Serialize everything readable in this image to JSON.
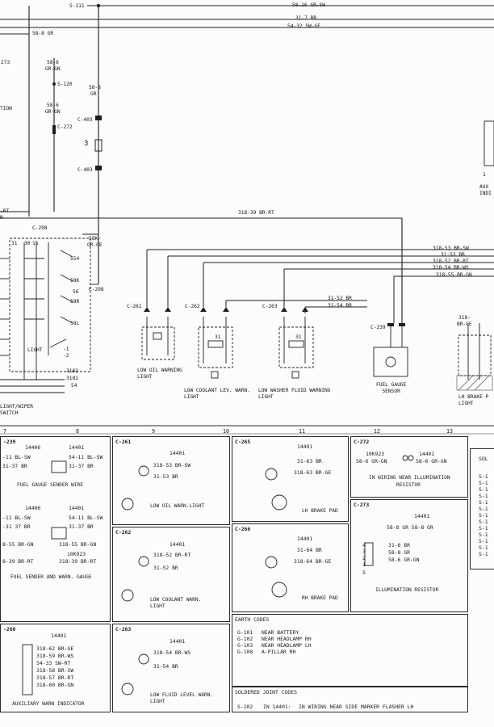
{
  "top_wires": {
    "s111": "S-111",
    "w1": "58-16 GR-SW",
    "w2": "31-7 BR",
    "w3": "54-32 SW-GE",
    "w4": "58-8 GR",
    "w5": "273",
    "w6a": "58-6",
    "w6b": "GR-GN",
    "s120": "S-120",
    "w7a": "58-8",
    "w7b": "GR",
    "w8a": "58-6",
    "w8b": "GR-GN",
    "c272": "C-272",
    "c403a": "C-403",
    "fuse": "3",
    "c403b": "C-403",
    "w9": "318-39 BR-RT",
    "edge1": "-RT",
    "edge2": "N",
    "c298a": "C-298",
    "w10a": "58K-",
    "w10b": "GR-GE",
    "c298b": "C-298",
    "edge3": "TION"
  },
  "switch_labels": {
    "p31": "31",
    "p30": "30",
    "p15": "15",
    "s54": "S54",
    "p58k": "58K",
    "p56": "56",
    "p58r": "58R",
    "p58l": "58L",
    "light": "LIGHT",
    "t1": "-1",
    "t2": "-2",
    "c3182": "3182",
    "c3181": "3181",
    "c54": "54",
    "caption1": "LIGHT/WIPER",
    "caption2": "SWITCH"
  },
  "sensor_bus": [
    "318-53 BR-SW",
    "31-53 BR",
    "318-52 BR-RT",
    "318-54 BR-WS",
    "318-55 BR-GN"
  ],
  "warn_wires": {
    "w1": "31-52 BR",
    "w2": "31-54 BR"
  },
  "sensors": {
    "c261": "C-261",
    "c262": "C-262",
    "c263": "C-263",
    "c239": "C-239",
    "p31a": "31",
    "p31b": "31",
    "low_oil1": "LOW OIL WARNING",
    "low_oil2": "LIGHT",
    "coolant1": "LOW COOLANT LEV. WARN.",
    "coolant2": "LIGHT",
    "washer1": "LOW WASHER FLUID WARNING",
    "washer2": "LIGHT",
    "gauge1": "FUEL GAUGE",
    "gauge2": "SENSOR",
    "brake_w1": "318-",
    "brake_w2": "BR-GE",
    "brake1": "LH BRAKE P",
    "brake2": "LIGHT",
    "aux1": "AUX",
    "aux2": "INDI",
    "aux3": "1"
  },
  "column_numbers": [
    "7",
    "8",
    "9",
    "10",
    "11",
    "12",
    "13"
  ],
  "panels": {
    "c239": {
      "title": "-239",
      "part1": "14406",
      "part2": "14401",
      "l1": "-11 BL-SW",
      "l2": "31-37 BR",
      "r1": "54-11 BL-SW",
      "r2": "31-37 BR",
      "caption": "FUEL GAUGE SENDER WIRE"
    },
    "fuel_sender": {
      "part1": "14406",
      "part2": "14401",
      "l1": "-11 BL-SW",
      "l2": "-31 37 BR",
      "l3": "8-55 BR-GN",
      "l4": "8-39 BR-RT",
      "r1": "54-11 BL-SW",
      "r2": "31-37 BR",
      "r3": "318-55 BR-GN",
      "part3": "10K923",
      "r4": "318-39 BR-RT",
      "caption": "FUEL SENDER AND WARN. GAUGE"
    },
    "c260": {
      "title": "-260",
      "part": "14401",
      "pins": [
        "318-62 BR-GE",
        "318-59 BR-WS",
        "54-33 SW-RT",
        "318-58 BR-SW",
        "318-57 BR-RT",
        "318-60 BR-GN"
      ],
      "caption": "AUXILIARY WARN INDICATOR"
    },
    "c261": {
      "title": "C-261",
      "part": "14401",
      "l1": "318-53 BR-SW",
      "l2": "31-53 BR",
      "caption": "LOW OIL WARN.LIGHT"
    },
    "c262": {
      "title": "C-262",
      "part": "14401",
      "l1": "318-52 BR-RT",
      "l2": "31-52 BR",
      "caption1": "LOW COOLANT WARN.",
      "caption2": "LIGHT"
    },
    "c263": {
      "title": "C-263",
      "part": "14401",
      "l1": "318-54 BR-WS",
      "l2": "31-54 BR",
      "caption1": "LOW FLUID LEVEL WARN.",
      "caption2": "LIGHT"
    },
    "c265": {
      "title": "C-265",
      "part": "14401",
      "l1": "31-63 BR",
      "l2": "318-63 BR-GE",
      "caption": "LH BRAKE PAD"
    },
    "c266": {
      "title": "C-266",
      "part": "14401",
      "l1": "31-64 BR",
      "l2": "318-64 BR-GE",
      "caption": "RH BRAKE PAD"
    },
    "c272": {
      "title": "C-272",
      "part1": "10K923",
      "part2": "14401",
      "l1": "58-6 GR-GN",
      "r1": "58-6 GR-GN",
      "caption1": "IN WIRING NEAR ILLUMINATION",
      "caption2": "RESISTOR"
    },
    "c273": {
      "title": "C-273",
      "part": "14401",
      "top": "58-8 GR 58-8 GR",
      "pin_nums": [
        "4",
        "3",
        "2",
        "1",
        "5"
      ],
      "pins": [
        "31-6 BR",
        "58-8 GR",
        "58-6 GR-GN"
      ],
      "caption": "ILLUMINATION RESISTOR"
    },
    "earth": {
      "title": "EARTH CODES",
      "rows": [
        {
          "code": "G-101",
          "desc": "NEAR BATTERY"
        },
        {
          "code": "G-102",
          "desc": "NEAR HEADLAMP RH"
        },
        {
          "code": "G-103",
          "desc": "NEAR HEADLAMP LH"
        },
        {
          "code": "G-108",
          "desc": "A-PILLAR RH"
        }
      ]
    },
    "soldered": {
      "title": "SOLDERED JOINT CODES",
      "code": "S-102",
      "loc": "IN 14401:",
      "desc": "IN WIRING NEAR SIDE MARKER FLASHER LH"
    },
    "right_edge": {
      "title": "SOL",
      "items": [
        "S-1",
        "S-1",
        "S-1",
        "S-1",
        "S-1",
        "S-1",
        "S-1",
        "S-1",
        "S-1",
        "S-1",
        "S-1",
        "S-1",
        "S-1"
      ]
    }
  }
}
